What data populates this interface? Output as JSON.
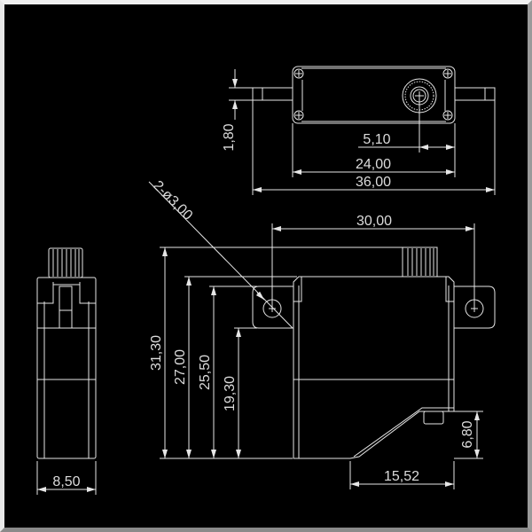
{
  "drawing": {
    "top_view": {
      "dims": {
        "shaft_offset": "5,10",
        "body_length": "24,00",
        "overall_length": "36,00",
        "tab_thickness": "1,80"
      }
    },
    "front_view": {
      "dims": {
        "hole_spacing": "30,00",
        "hole_callout": "2-ø3,00",
        "overall_height": "31,30",
        "body_height": "27,00",
        "flange_top_height": "25,50",
        "flange_bottom_height": "19,30",
        "step_height": "6,80",
        "step_length": "15,52"
      }
    },
    "side_view": {
      "dims": {
        "width": "8,50"
      }
    },
    "colors": {
      "background": "#000000",
      "lines": "#e6e6e6"
    }
  }
}
